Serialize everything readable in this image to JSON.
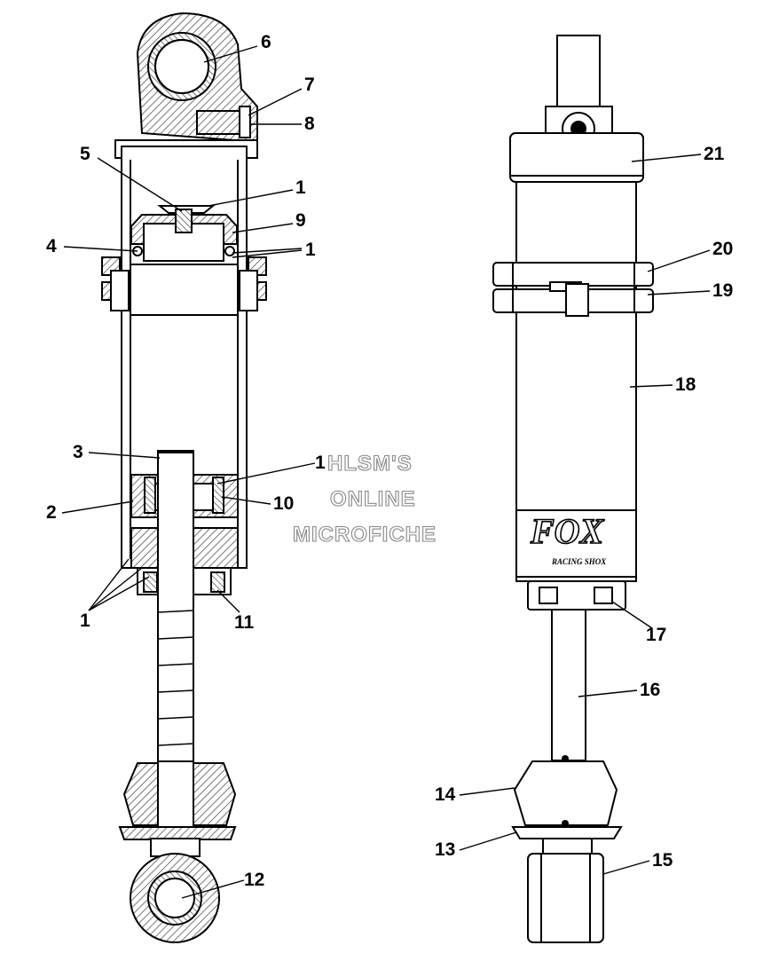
{
  "callouts": {
    "c1": "1",
    "c2": "2",
    "c3": "3",
    "c4": "4",
    "c5": "5",
    "c6": "6",
    "c7": "7",
    "c8": "8",
    "c9": "9",
    "c10": "10",
    "c11": "11",
    "c12": "12",
    "c13": "13",
    "c14": "14",
    "c15": "15",
    "c16": "16",
    "c17": "17",
    "c18": "18",
    "c19": "19",
    "c20": "20",
    "c21": "21"
  },
  "watermark": {
    "line1": "HLSM'S",
    "line2": "ONLINE",
    "line3": "MICROFICHE"
  },
  "logo": {
    "brand": "FOX",
    "tagline": "RACING SHOX"
  },
  "colors": {
    "ink": "#000000",
    "hatch": "#555555",
    "body": "#ffffff",
    "watermark_outline": "#888888"
  }
}
